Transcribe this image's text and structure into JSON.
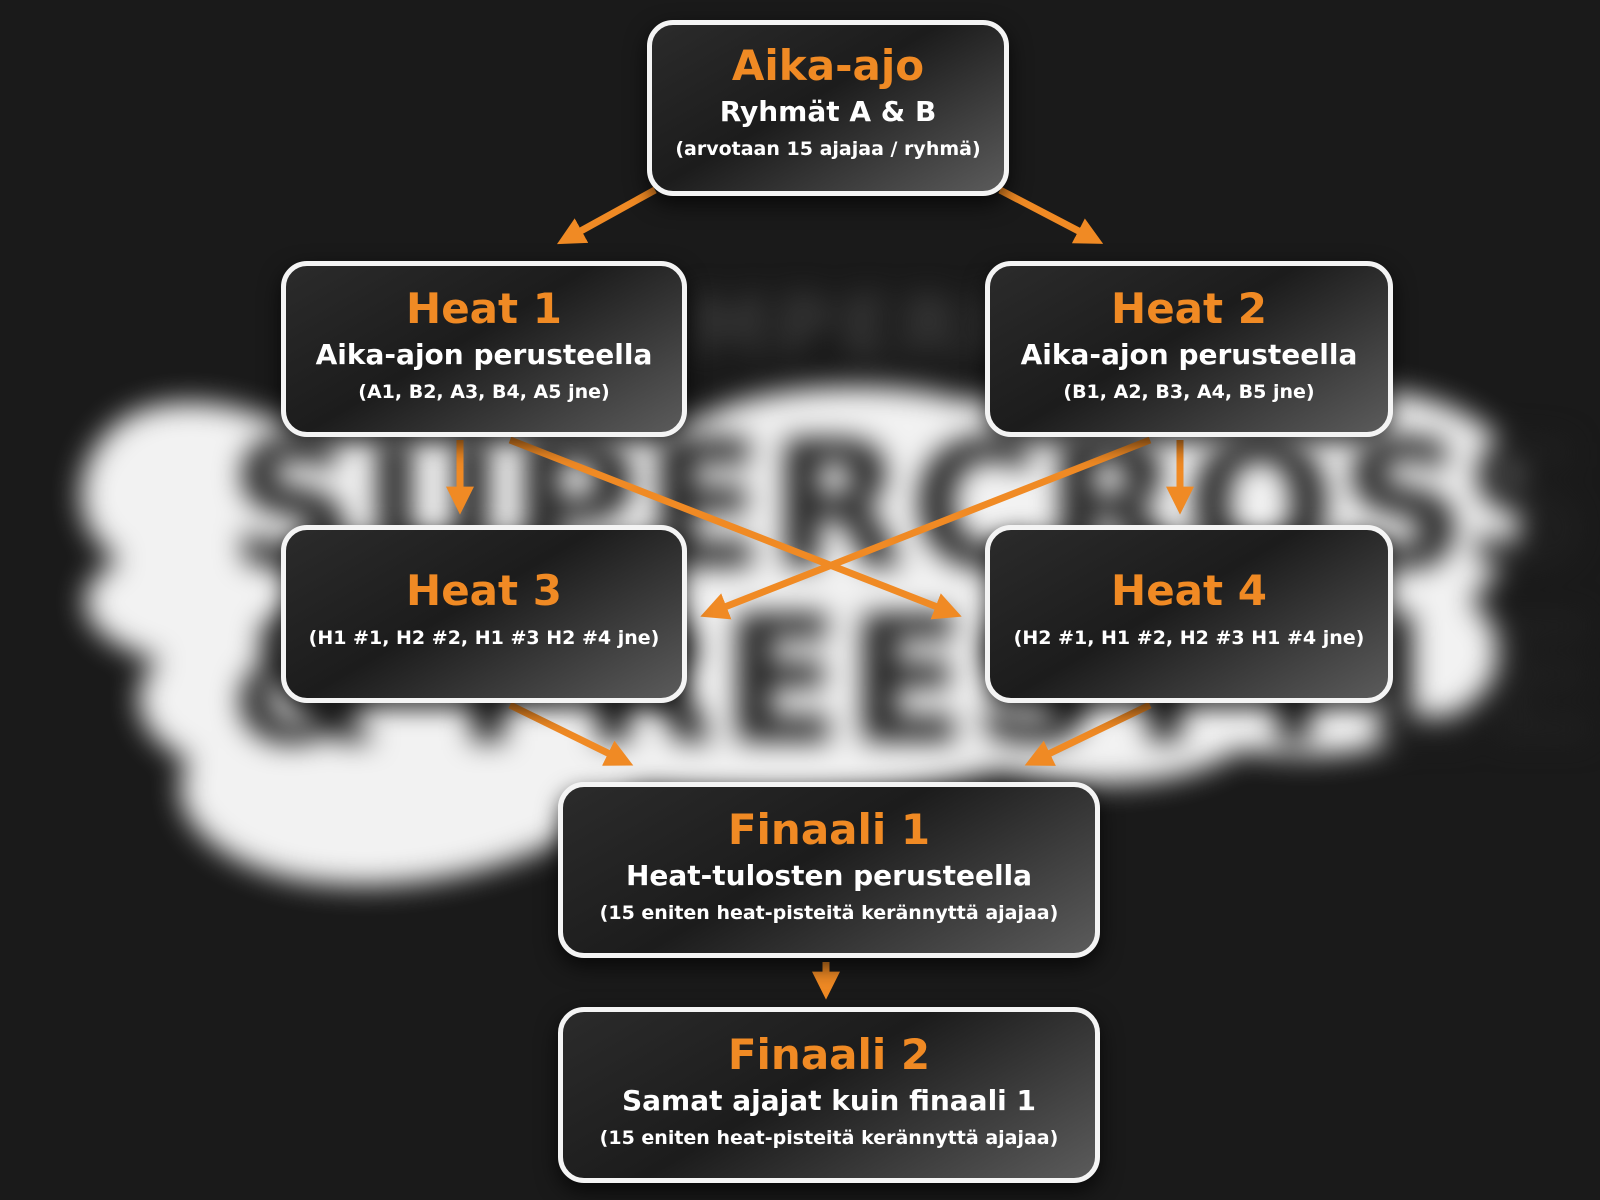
{
  "colors": {
    "accent": "#f08a24",
    "box_border": "#f4f4f4",
    "background": "#1a1a1a",
    "text": "#ffffff"
  },
  "background_logo": {
    "line1": "MPERE",
    "line2": "SUPERCROSS",
    "line3": "& FREESTYLE"
  },
  "boxes": {
    "aika_ajo": {
      "title": "Aika-ajo",
      "subtitle": "Ryhmät A & B",
      "detail": "(arvotaan 15 ajajaa / ryhmä)"
    },
    "heat1": {
      "title": "Heat 1",
      "subtitle": "Aika-ajon perusteella",
      "detail": "(A1, B2, A3, B4, A5 jne)"
    },
    "heat2": {
      "title": "Heat 2",
      "subtitle": "Aika-ajon perusteella",
      "detail": "(B1, A2, B3, A4, B5 jne)"
    },
    "heat3": {
      "title": "Heat 3",
      "detail": "(H1 #1, H2 #2, H1 #3 H2 #4 jne)"
    },
    "heat4": {
      "title": "Heat 4",
      "detail": "(H2 #1, H1 #2, H2 #3 H1 #4 jne)"
    },
    "finaali1": {
      "title": "Finaali 1",
      "subtitle": "Heat-tulosten perusteella",
      "detail": "(15 eniten heat-pisteitä kerännyttä ajajaa)"
    },
    "finaali2": {
      "title": "Finaali 2",
      "subtitle": "Samat ajajat kuin finaali 1",
      "detail": "(15 eniten heat-pisteitä kerännyttä ajajaa)"
    }
  },
  "edges": [
    {
      "from": "aika_ajo",
      "to": "heat1"
    },
    {
      "from": "aika_ajo",
      "to": "heat2"
    },
    {
      "from": "heat1",
      "to": "heat3"
    },
    {
      "from": "heat1",
      "to": "heat4"
    },
    {
      "from": "heat2",
      "to": "heat3"
    },
    {
      "from": "heat2",
      "to": "heat4"
    },
    {
      "from": "heat3",
      "to": "finaali1"
    },
    {
      "from": "heat4",
      "to": "finaali1"
    },
    {
      "from": "finaali1",
      "to": "finaali2"
    }
  ]
}
